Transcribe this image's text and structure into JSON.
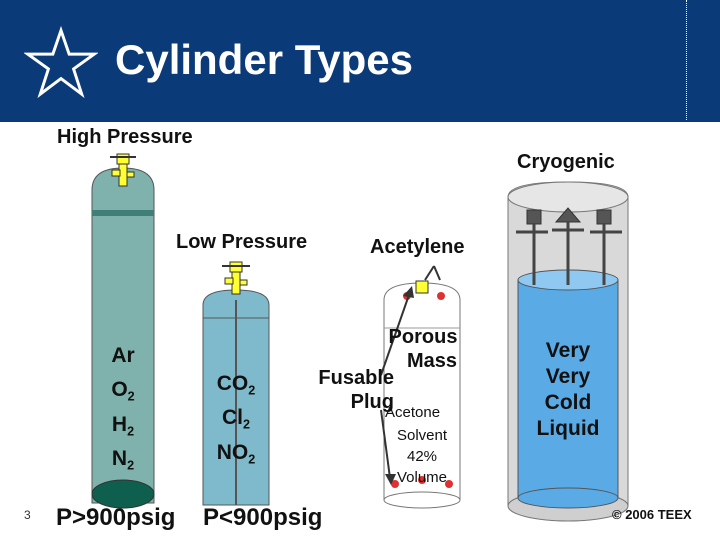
{
  "header": {
    "title": "Cylinder Types"
  },
  "labels": {
    "high_pressure": "High Pressure",
    "low_pressure": "Low Pressure",
    "acetylene": "Acetylene",
    "cryogenic": "Cryogenic"
  },
  "high_pressure_cylinder": {
    "gases": [
      {
        "main": "Ar",
        "sub": ""
      },
      {
        "main": "O",
        "sub": "2"
      },
      {
        "main": "H",
        "sub": "2"
      },
      {
        "main": "N",
        "sub": "2"
      }
    ],
    "rating": "P>900psig"
  },
  "low_pressure_cylinder": {
    "gases": [
      {
        "main": "CO",
        "sub": "2"
      },
      {
        "main": "Cl",
        "sub": "2"
      },
      {
        "main": "NO",
        "sub": "2"
      }
    ],
    "rating": "P<900psig"
  },
  "acetylene_cylinder": {
    "porous_mass": [
      "Porous",
      "Mass"
    ],
    "fusable_plug": [
      "Fusable",
      "Plug"
    ],
    "acetone": "Acetone",
    "solvent_note": [
      "Solvent",
      "42%",
      "Volume"
    ]
  },
  "cryogenic_cylinder": {
    "liquid": [
      "Very",
      "Very",
      "Cold",
      "Liquid"
    ]
  },
  "footer": {
    "page_number": "3",
    "copyright": "© 2006 TEEX"
  },
  "colors": {
    "header_bg": "#0b3a78",
    "high_pressure_body": "#7fb2ac",
    "low_pressure_liquid": "#7fbacc",
    "valve_yellow": "#ffff33",
    "cryo_liquid": "#5aaae6"
  }
}
